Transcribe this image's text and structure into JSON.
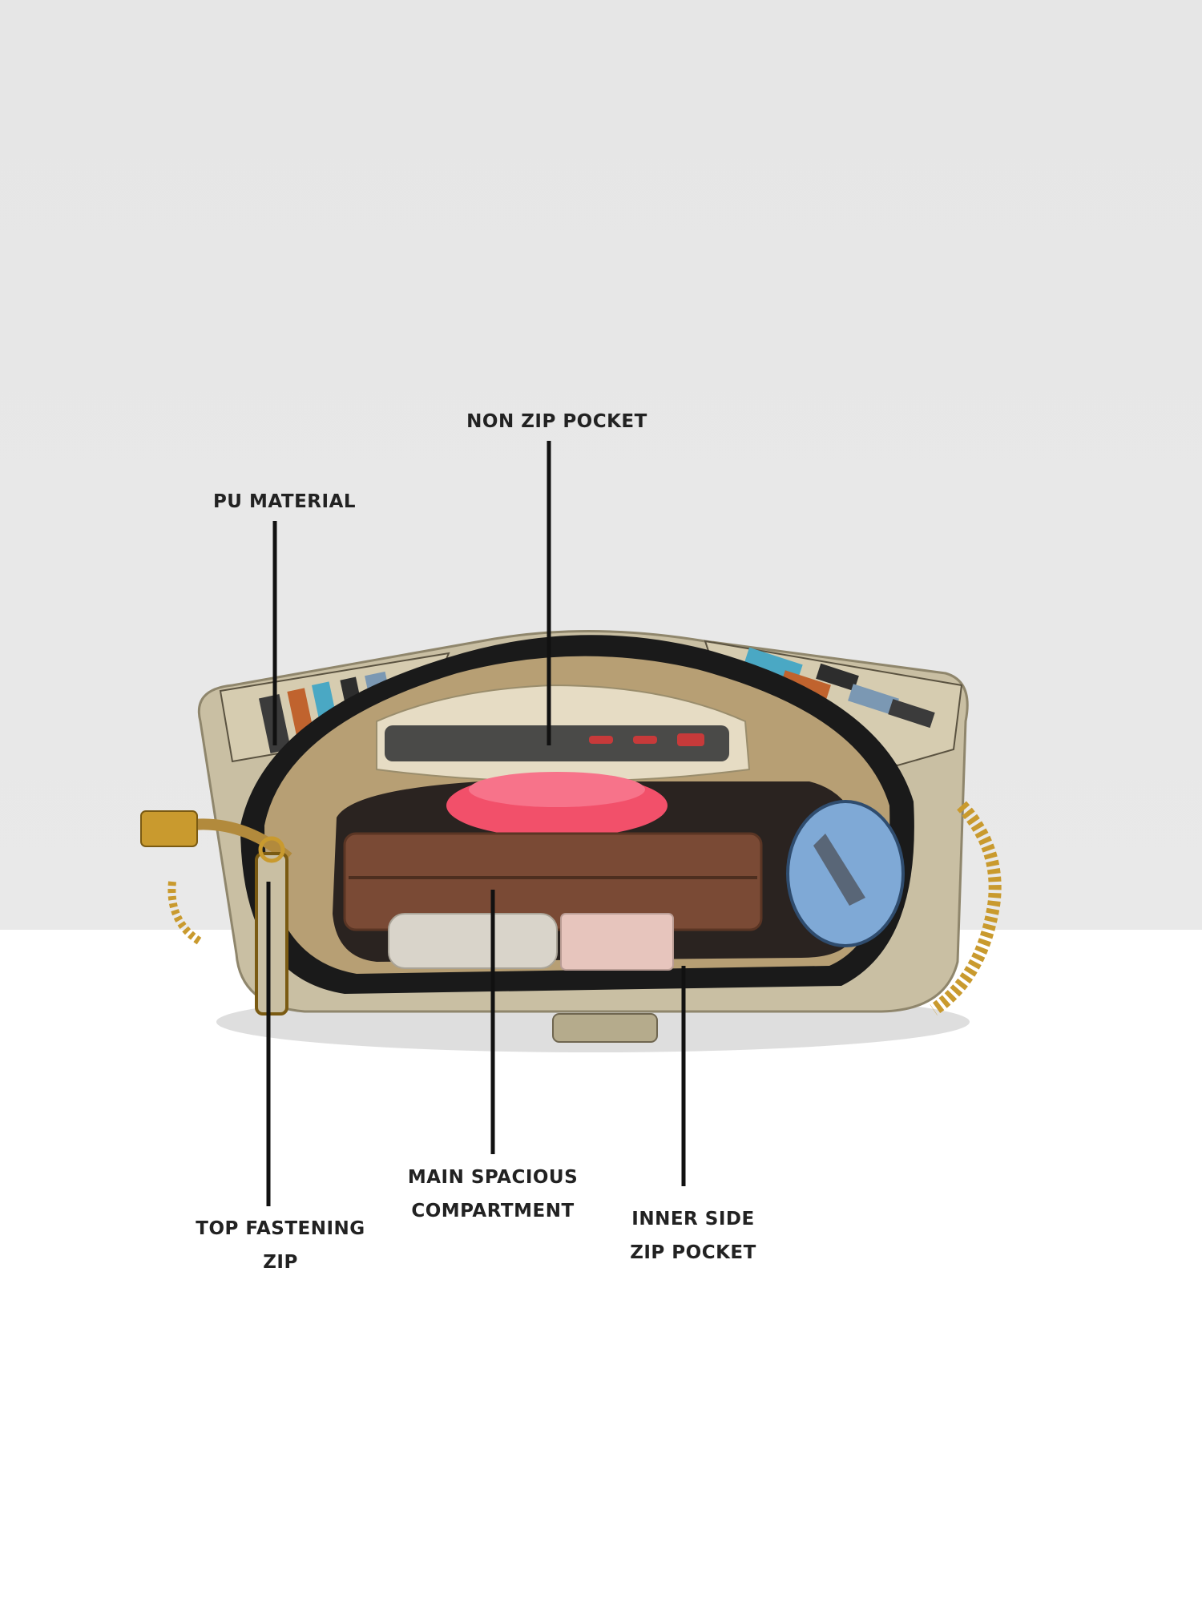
{
  "callouts": {
    "non_zip_pocket": "NON ZIP POCKET",
    "pu_material": "PU MATERIAL",
    "main_compartment": [
      "MAIN SPACIOUS",
      "COMPARTMENT"
    ],
    "top_zip": [
      "TOP FASTENING",
      "ZIP"
    ],
    "inner_side_pocket": [
      "INNER SIDE",
      "ZIP POCKET"
    ]
  },
  "colors": {
    "background_top": "#e7e7e7",
    "background_bottom": "#ffffff",
    "bag_body": "#c9bfa3",
    "bag_trim": "#1a1a1a",
    "lining": "#b79f74",
    "wallet": "#7a4a35",
    "round_case": "#f2506a",
    "compact_mirror": "#7fa9d6",
    "gold": "#c99a2e"
  }
}
